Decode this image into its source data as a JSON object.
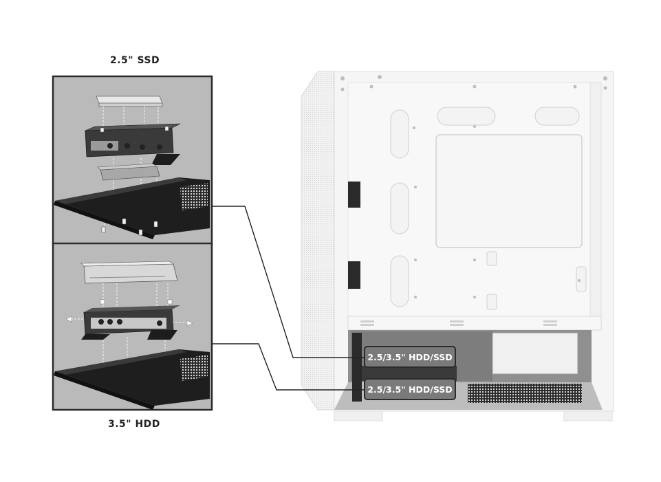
{
  "captions": {
    "top": "2.5\" SSD",
    "bottom": "3.5\" HDD"
  },
  "callouts": [
    {
      "label": "2.5/3.5\" HDD/SSD"
    },
    {
      "label": "2.5/3.5\" HDD/SSD"
    }
  ],
  "colors": {
    "panel_bg": "#b9b9b9",
    "panel_border": "#2b2b2b",
    "label_bg": "#7a7a7a",
    "case_white": "#f4f4f4",
    "bay_dark": "#1f1f1f"
  }
}
